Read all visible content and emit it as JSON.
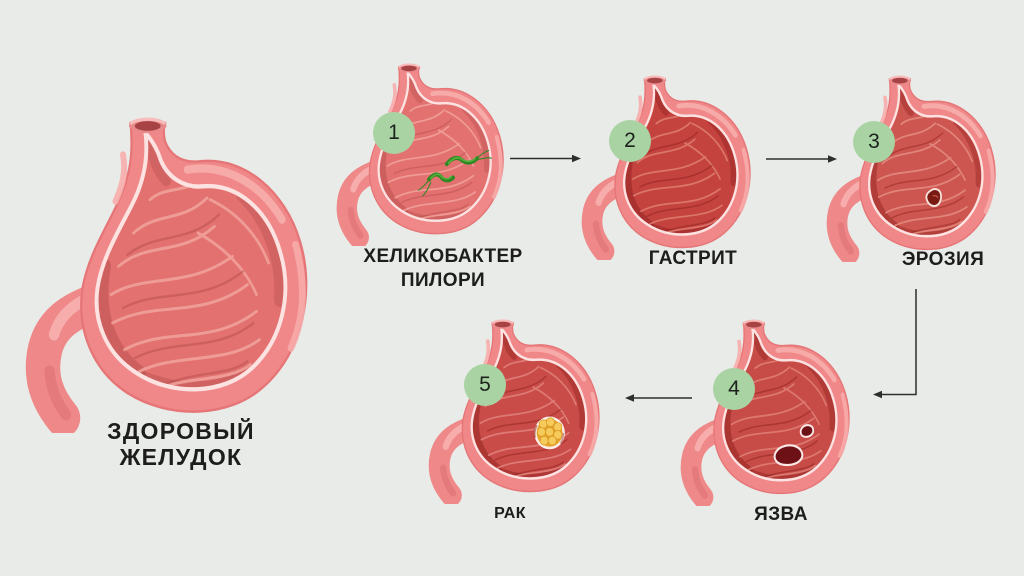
{
  "colors": {
    "background": "#e8ebe7",
    "badge_green": "#a9d3a3",
    "text": "#1d1d1b",
    "arrow": "#2e2e2e",
    "stomach_pink": "#f08889",
    "healthy_interior": "#e27170",
    "inflamed_interior": "#c4433f",
    "bacteria_green": "#2f8824",
    "ulcer_dark_red": "#6e1116",
    "tumor_yellow": "#e8a42c"
  },
  "healthy": {
    "label_line1": "ЗДОРОВЫЙ",
    "label_line2": "ЖЕЛУДОК"
  },
  "stages": [
    {
      "number": "1",
      "label_line1": "ХЕЛИКОБАКТЕР",
      "label_line2": "ПИЛОРИ"
    },
    {
      "number": "2",
      "label_line1": "ГАСТРИТ",
      "label_line2": ""
    },
    {
      "number": "3",
      "label_line1": "ЭРОЗИЯ",
      "label_line2": ""
    },
    {
      "number": "4",
      "label_line1": "ЯЗВА",
      "label_line2": ""
    },
    {
      "number": "5",
      "label_line1": "РАК",
      "label_line2": ""
    }
  ]
}
